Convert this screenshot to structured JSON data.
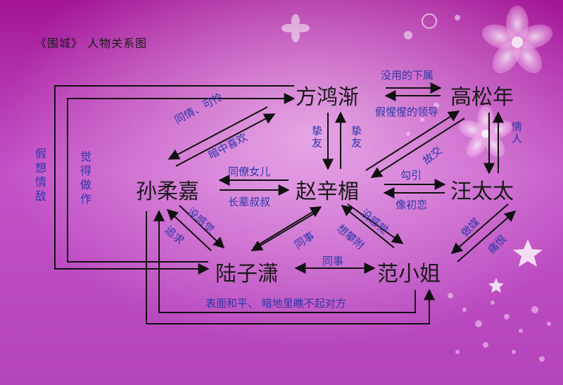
{
  "title": "《围城》 人物关系图",
  "colors": {
    "bg_top": "#a9179a",
    "bg_bottom": "#b23fb8",
    "text": "#1a1a1a",
    "label": "#2e37a8"
  },
  "nodes": {
    "fang": "方鸿渐",
    "gao": "高松年",
    "sun": "孙柔嘉",
    "zhao": "赵辛楣",
    "wang": "汪太太",
    "lu": "陆子潇",
    "fan": "范小姐"
  },
  "labels": {
    "fang_gao_top": "没用的下属",
    "fang_gao_bottom": "假惺惺的领导",
    "fang_sun_1": "同情、可怜",
    "fang_sun_2": "暗中喜欢",
    "fang_zhao_left": "挚友",
    "fang_zhao_right": "挚友",
    "zhao_gao": "故交",
    "gao_wang": "情人",
    "zhao_wang_top": "勾引",
    "zhao_wang_bottom": "像初恋",
    "sun_zhao_top": "同僚女儿",
    "sun_zhao_bottom": "长辈叔叔",
    "sun_lu_1": "没感觉",
    "sun_lu_2": "追求",
    "lu_zhao": "同事",
    "fan_zhao_1": "没感觉",
    "fan_zhao_2": "想攀附",
    "lu_fan": "同事",
    "wang_fan_1": "做媒",
    "wang_fan_2": "痛恨",
    "sun_fan": "表面和平、 暗地里瞧不起对方",
    "left_outer": "假想情敌",
    "left_inner": "觉得做作"
  }
}
